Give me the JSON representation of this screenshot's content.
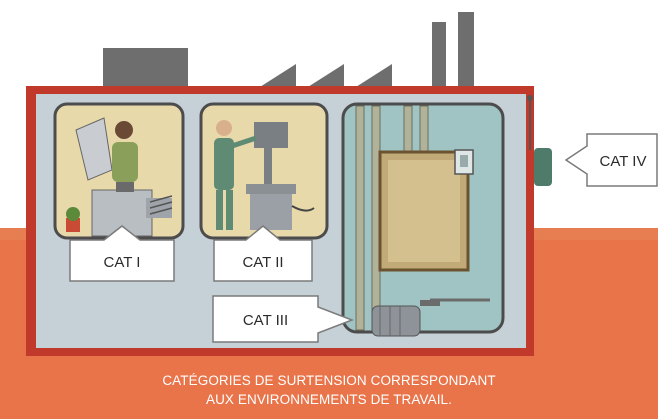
{
  "labels": {
    "cat1": "CAT I",
    "cat2": "CAT II",
    "cat3": "CAT III",
    "cat4": "CAT IV"
  },
  "caption": {
    "line1": "CATÉGORIES DE SURTENSION CORRESPONDANT",
    "line2": "AUX ENVIRONNEMENTS DE TRAVAIL."
  },
  "colors": {
    "ground": "#e9744a",
    "building_wall": "#c0392b",
    "building_interior": "#c9d2d9",
    "room_bg": "#e9dbb0",
    "panel_room": "#9ec3c3",
    "roof": "#6f6f6f"
  }
}
